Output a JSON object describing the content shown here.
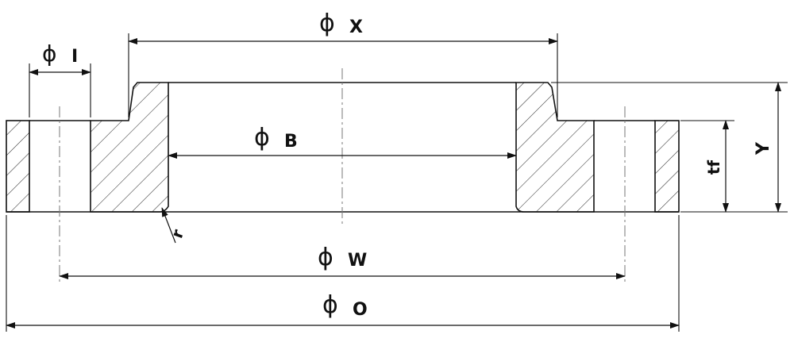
{
  "colors": {
    "line": "#111111",
    "hatch": "#333333",
    "center_line": "#777777",
    "background": "#ffffff"
  },
  "labels": {
    "diameter_symbol": "ϕ",
    "X": "X",
    "I": "I",
    "B": "B",
    "W": "W",
    "O": "O",
    "Y": "Y",
    "tf": "tf",
    "r": "r"
  }
}
